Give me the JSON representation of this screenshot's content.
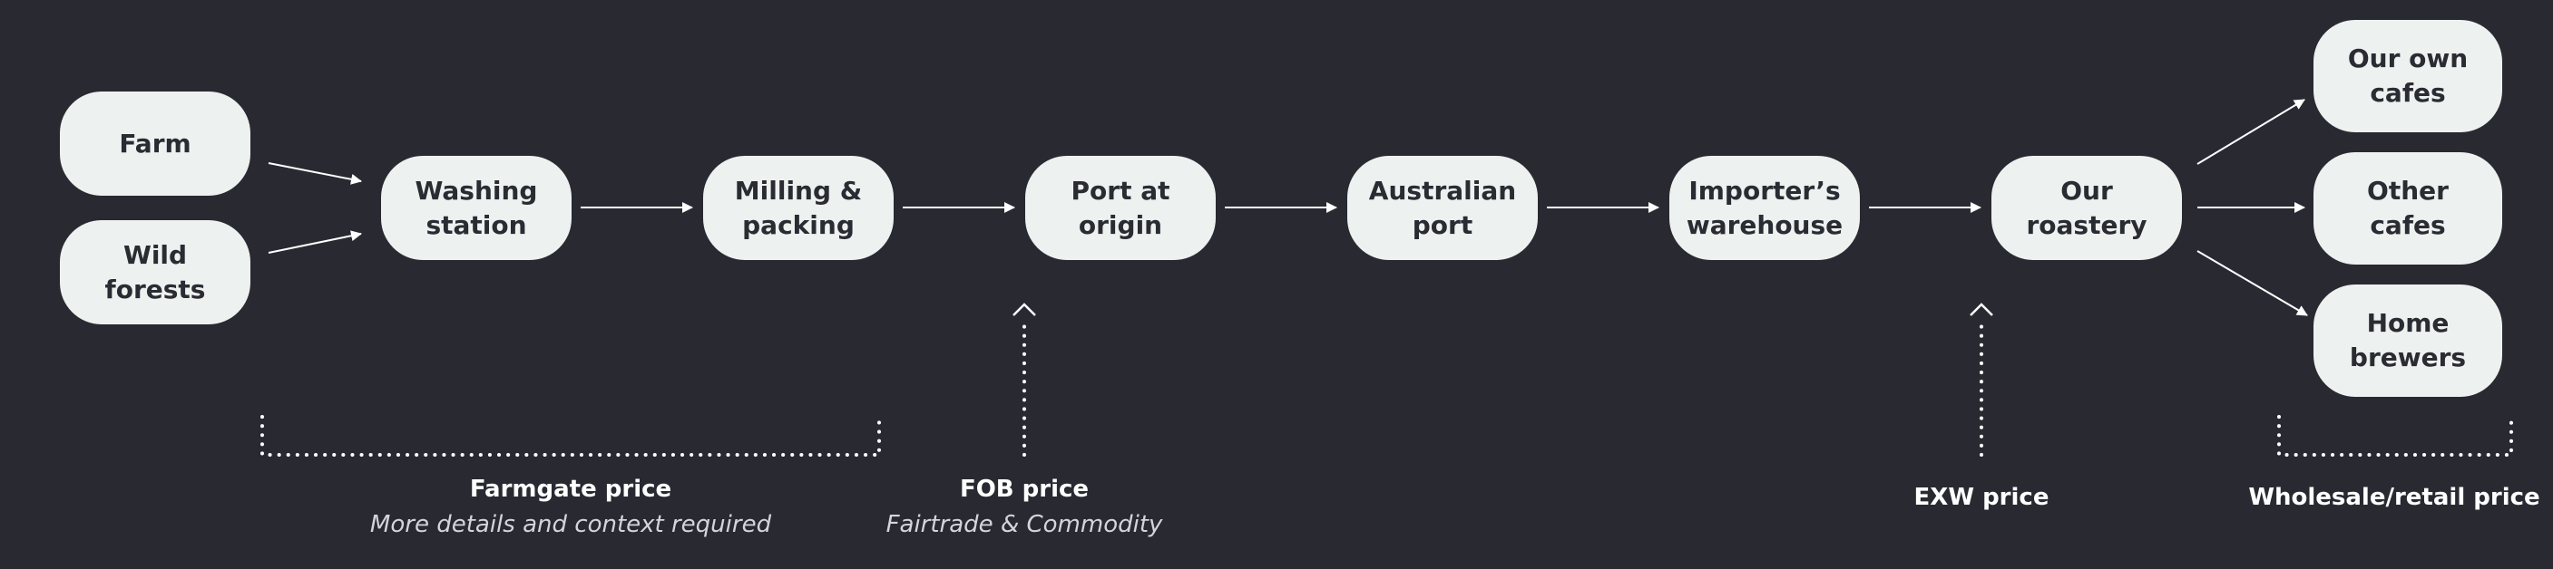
{
  "nodes": {
    "farm": "Farm",
    "wild_forests": "Wild forests",
    "washing_station": "Washing station",
    "milling_packing": "Milling & packing",
    "port_origin": "Port at origin",
    "australian_port": "Australian port",
    "importers_warehouse": "Importer’s warehouse",
    "our_roastery": "Our roastery",
    "our_own_cafes": "Our own cafes",
    "other_cafes": "Other cafes",
    "home_brewers": "Home brewers"
  },
  "prices": {
    "farmgate": {
      "label": "Farmgate price",
      "note": "More details and context required"
    },
    "fob": {
      "label": "FOB price",
      "note": "Fairtrade & Commodity"
    },
    "exw": {
      "label": "EXW price"
    },
    "wholesale": {
      "label": "Wholesale/retail price"
    }
  },
  "colors": {
    "background": "#292932",
    "node_fill": "#edf1ef",
    "node_text": "#2b2b33",
    "line": "#ffffff"
  }
}
